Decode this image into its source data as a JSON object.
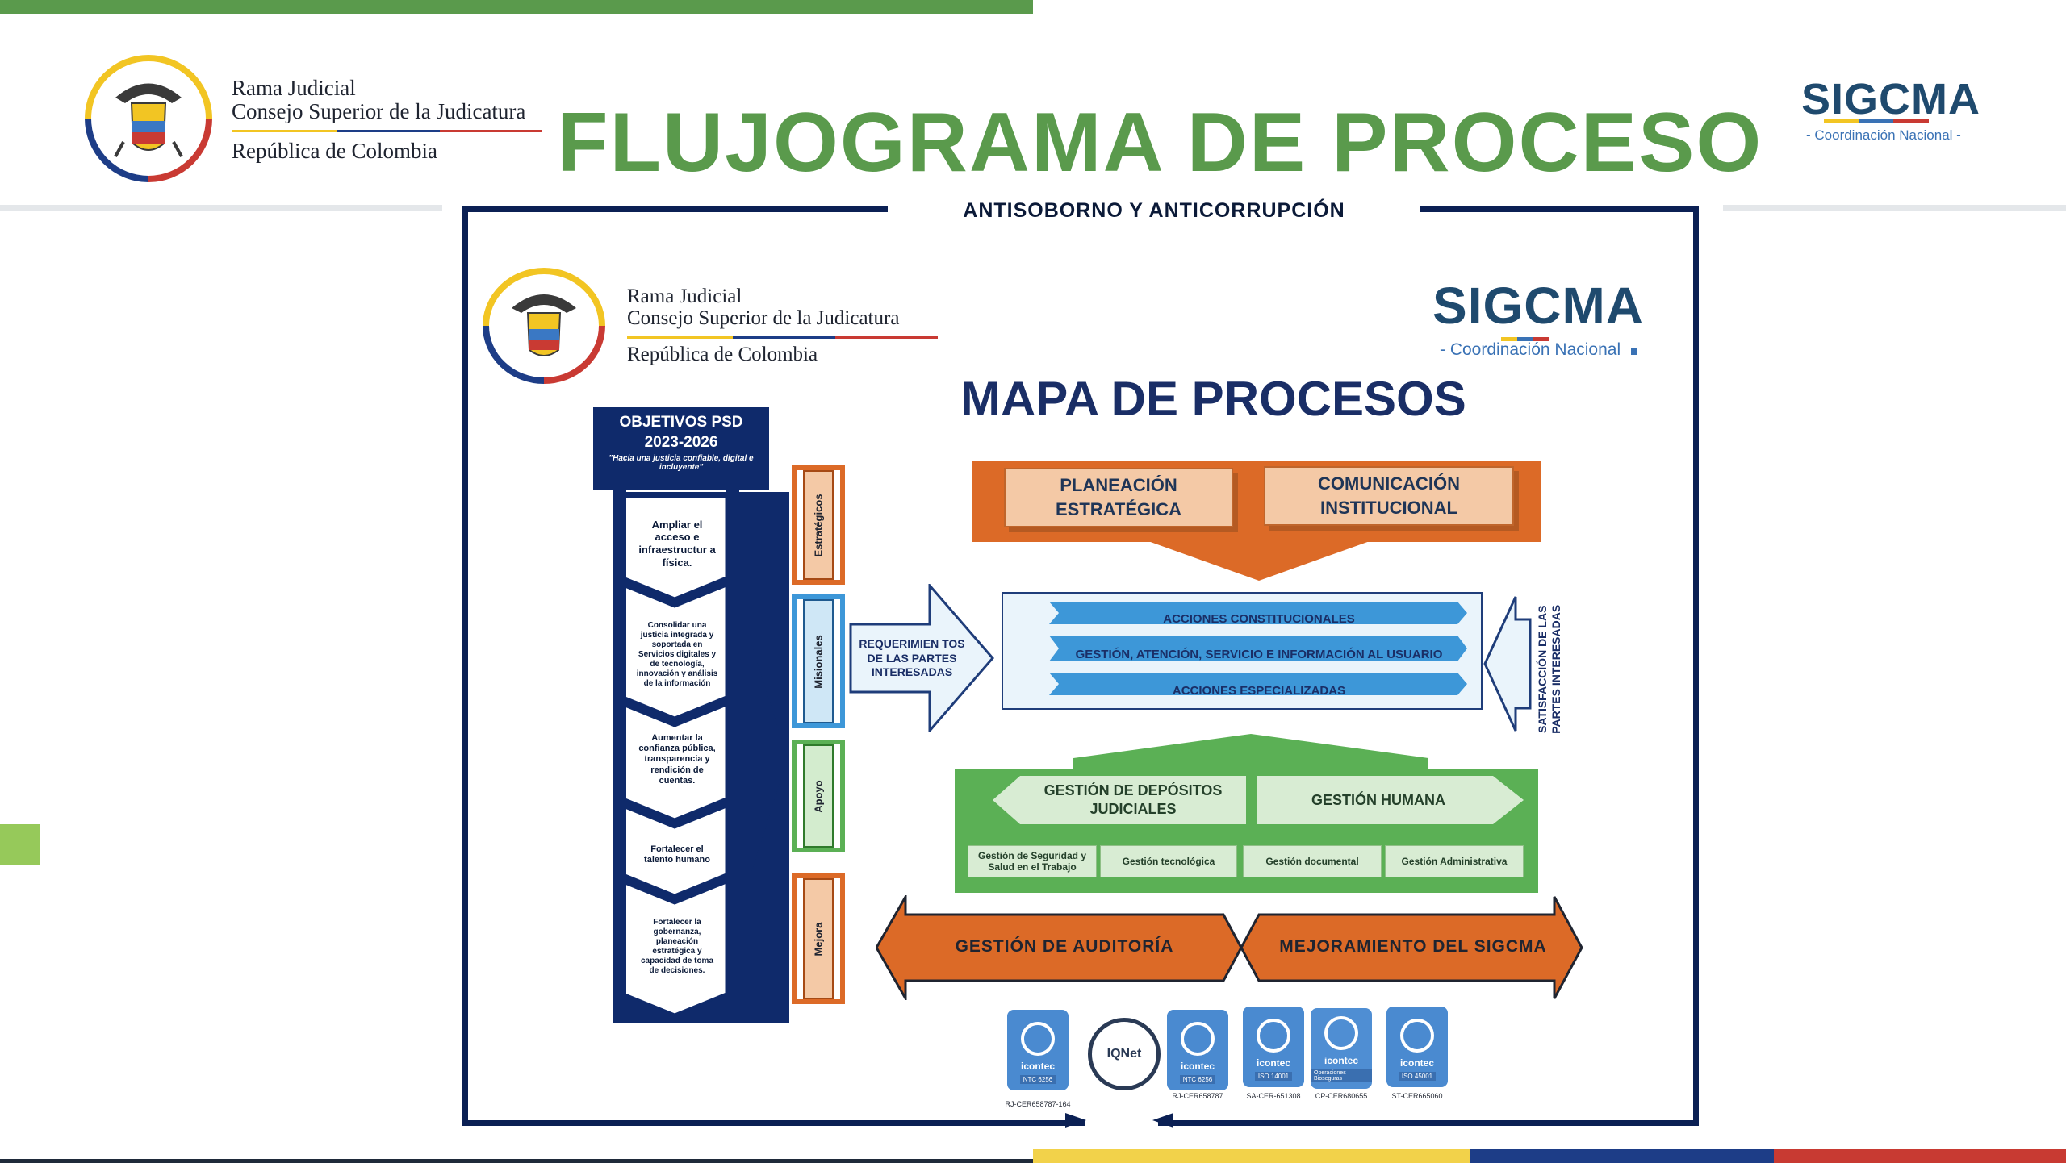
{
  "header": {
    "page_title": "FLUJOGRAMA DE PROCESO",
    "brand": {
      "line1": "Rama Judicial",
      "line2": "Consejo Superior de la Judicatura",
      "line3": "República de Colombia"
    },
    "sigcma": {
      "name": "SIGCMA",
      "subtitle": "- Coordinación Nacional -"
    }
  },
  "frame": {
    "title": "ANTISOBORNO Y ANTICORRUPCIÓN"
  },
  "map": {
    "brand": {
      "line1": "Rama Judicial",
      "line2": "Consejo Superior de la Judicatura",
      "line3": "República de Colombia"
    },
    "sigcma": {
      "name": "SIGCMA",
      "subtitle": "- Coordinación Nacional"
    },
    "title": "MAPA DE PROCESOS",
    "objectives": {
      "title_line1": "OBJETIVOS PSD",
      "title_line2": "2023-2026",
      "tagline": "\"Hacia una justicia confiable, digital e incluyente\"",
      "items": [
        "Ampliar el acceso e infraestructur a física.",
        "Consolidar una justicia integrada y soportada en Servicios digitales y de tecnología, innovación y análisis de la información",
        "Aumentar la confianza pública, transparencia y rendición de cuentas.",
        "Fortalecer el talento humano",
        "Fortalecer la gobernanza, planeación estratégica y capacidad de toma de decisiones."
      ]
    },
    "categories": {
      "strategic": "Estratégicos",
      "missional": "Misionales",
      "support": "Apoyo",
      "improvement": "Mejora"
    },
    "strategic_processes": [
      "PLANEACIÓN\nESTRATÉGICA",
      "COMUNICACIÓN\nINSTITUCIONAL"
    ],
    "requirements": "REQUERIMIEN TOS\nDE LAS PARTES\nINTERESADAS",
    "missional_processes": [
      "ACCIONES CONSTITUCIONALES",
      "GESTIÓN, ATENCIÓN, SERVICIO E INFORMACIÓN AL USUARIO",
      "ACCIONES ESPECIALIZADAS"
    ],
    "satisfaction": "SATISFACCIÓN DE LAS\nPARTES INTERESADAS",
    "support_processes": [
      "GESTIÓN DE DEPÓSITOS\nJUDICIALES",
      "GESTIÓN HUMANA"
    ],
    "support_subprocesses": [
      "Gestión de Seguridad y Salud en el Trabajo",
      "Gestión tecnológica",
      "Gestión documental",
      "Gestión Administrativa"
    ],
    "improvement_processes": [
      "GESTIÓN DE AUDITORÍA",
      "MEJORAMIENTO DEL SIGCMA"
    ],
    "certifications": [
      {
        "name": "icontec",
        "standard": "NTC 6256",
        "code": "RJ-CER658787-164"
      },
      {
        "name": "IQNet",
        "standard": "",
        "code": ""
      },
      {
        "name": "icontec",
        "standard": "NTC 6256",
        "code": "RJ-CER658787"
      },
      {
        "name": "icontec",
        "standard": "ISO 14001",
        "code": "SA-CER-651308"
      },
      {
        "name": "icontec",
        "standard": "Operaciones Bioseguras",
        "code": "CP-CER680655"
      },
      {
        "name": "icontec",
        "standard": "ISO 45001",
        "code": "ST-CER665060"
      }
    ]
  },
  "colors": {
    "title_green": "#5a9a4c",
    "navy": "#0b2054",
    "orange": "#dc6a27",
    "blue": "#3d97d8",
    "green": "#5bb055",
    "accent_green": "#96c95a"
  }
}
